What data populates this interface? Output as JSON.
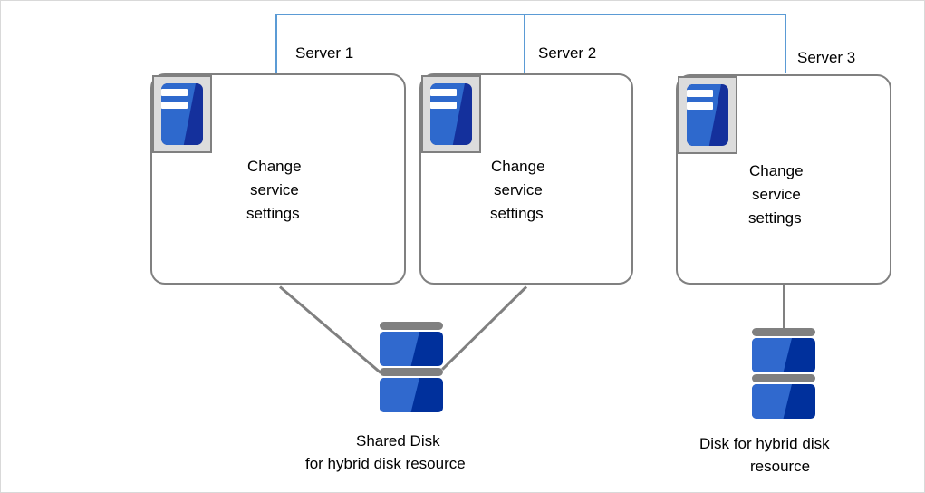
{
  "diagram": {
    "title_text_color": "#000000",
    "accent_network": "#5b9bd5",
    "accent_line": "#808080",
    "icon_blue_dark": "#14309c",
    "icon_blue_light": "#2e69cd",
    "servers": [
      {
        "label": "Server 1",
        "body_line1": "Change",
        "body_line2": "service",
        "body_line3": "settings"
      },
      {
        "label": "Server 2",
        "body_line1": "Change",
        "body_line2": "service",
        "body_line3": "settings"
      },
      {
        "label": "Server 3",
        "body_line1": "Change",
        "body_line2": "service",
        "body_line3": "settings"
      }
    ],
    "disks": [
      {
        "caption_line1": "Shared Disk",
        "caption_line2": "for hybrid disk resource"
      },
      {
        "caption_line1": "Disk for hybrid disk",
        "caption_line2": "resource"
      }
    ]
  }
}
